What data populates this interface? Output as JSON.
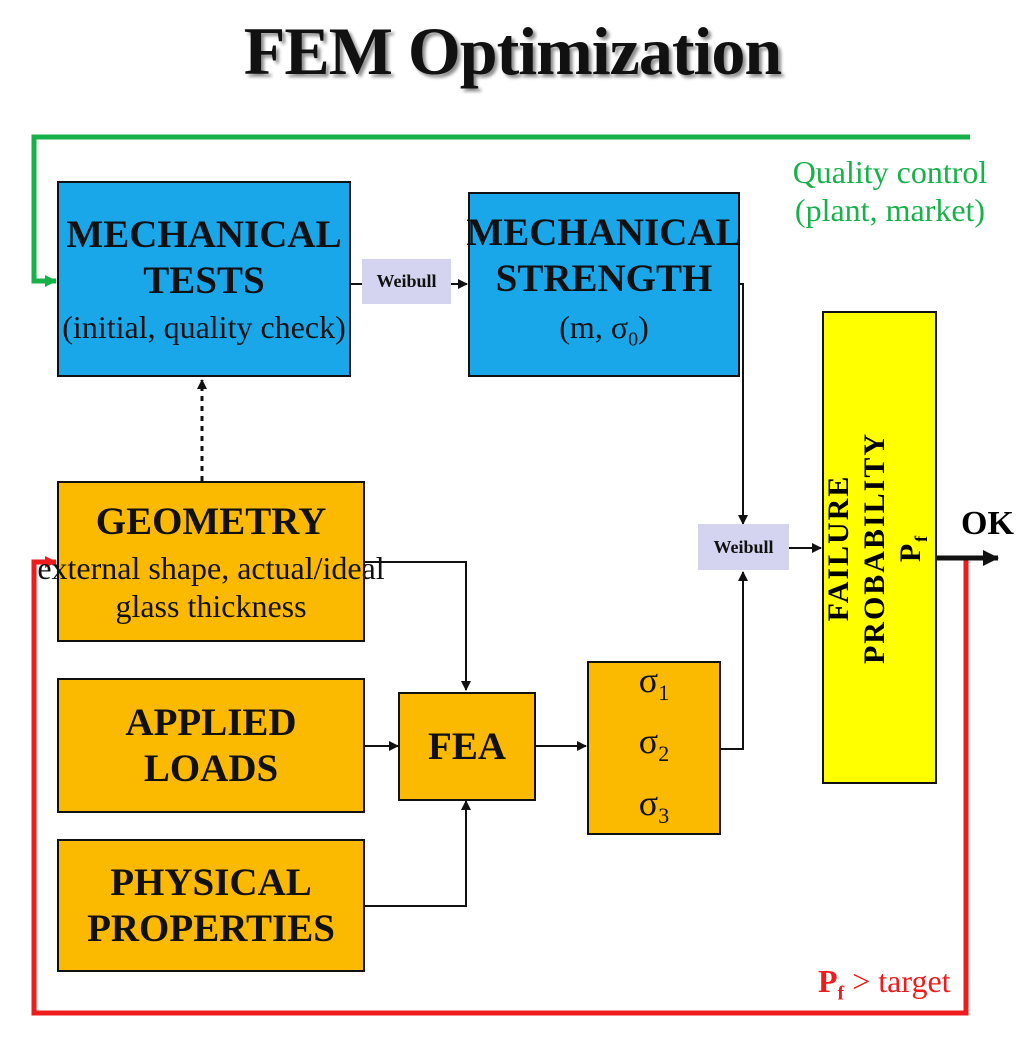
{
  "title": "FEM Optimization",
  "mechanical_tests": {
    "line1": "MECHANICAL",
    "line2": "TESTS",
    "sub": "(initial, quality check)"
  },
  "mechanical_strength": {
    "line1": "MECHANICAL",
    "line2": "STRENGTH",
    "sub_prefix": "(m, σ",
    "sub_index": "0",
    "sub_suffix": ")"
  },
  "weibull_top": "Weibull",
  "weibull_mid": "Weibull",
  "geometry": {
    "line1": "GEOMETRY",
    "line2": "external shape, actual/ideal",
    "line3": "glass thickness"
  },
  "applied_loads": {
    "line1": "APPLIED",
    "line2": "LOADS"
  },
  "physical_properties": {
    "line1": "PHYSICAL",
    "line2": "PROPERTIES"
  },
  "fea": "FEA",
  "stresses": [
    {
      "symbol": "σ",
      "index": "1"
    },
    {
      "symbol": "σ",
      "index": "2"
    },
    {
      "symbol": "σ",
      "index": "3"
    }
  ],
  "failure_probability": {
    "line1": "FAILURE",
    "line2": "PROBABILITY",
    "line3_main": "P",
    "line3_sub": "f"
  },
  "ok_label": "OK",
  "quality_control": {
    "line1": "Quality control",
    "line2": "(plant, market)"
  },
  "pf_target": {
    "main": "P",
    "sub": "f",
    "suffix": " > target"
  },
  "colors": {
    "blue_box": "#1aa7ea",
    "orange_box": "#fbba00",
    "yellow_box": "#ffff00",
    "weibull_tag": "#d4d4f0",
    "green_loop": "#17b14a",
    "red_loop": "#ee1c1c"
  }
}
